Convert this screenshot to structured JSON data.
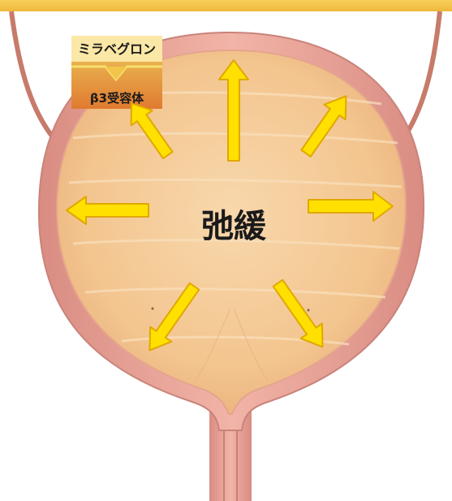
{
  "drug_label": "ミラベグロン",
  "receptor_label": "β3受容体",
  "center_label": "弛緩",
  "colors": {
    "top_band": "#f5c242",
    "wall": "#e8a49a",
    "wall_inner": "#f4c0b6",
    "lumen": "#f6cf9e",
    "arrow": "#ffe000",
    "arrow_stroke": "#e0a800",
    "receptor_top": "#e7a84a",
    "receptor_bottom": "#e2792d"
  },
  "arrows": [
    "up",
    "up-right",
    "right",
    "down-right",
    "down-left",
    "left",
    "up-left"
  ]
}
